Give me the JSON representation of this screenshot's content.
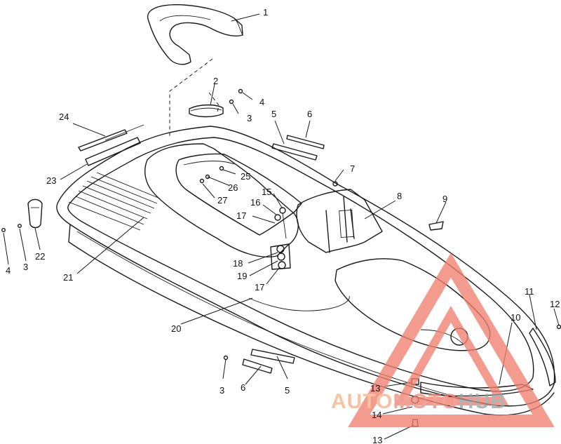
{
  "diagram": {
    "callouts": [
      {
        "id": "c1",
        "label": "1"
      },
      {
        "id": "c2",
        "label": "2"
      },
      {
        "id": "c4a",
        "label": "4"
      },
      {
        "id": "c3a",
        "label": "3"
      },
      {
        "id": "c24",
        "label": "24"
      },
      {
        "id": "c5a",
        "label": "5"
      },
      {
        "id": "c6a",
        "label": "6"
      },
      {
        "id": "c7",
        "label": "7"
      },
      {
        "id": "c25",
        "label": "25"
      },
      {
        "id": "c26",
        "label": "26"
      },
      {
        "id": "c23",
        "label": "23"
      },
      {
        "id": "c27",
        "label": "27"
      },
      {
        "id": "c15",
        "label": "15"
      },
      {
        "id": "c8",
        "label": "8"
      },
      {
        "id": "c9",
        "label": "9"
      },
      {
        "id": "c16",
        "label": "16"
      },
      {
        "id": "c17a",
        "label": "17"
      },
      {
        "id": "c22",
        "label": "22"
      },
      {
        "id": "c4b",
        "label": "4"
      },
      {
        "id": "c3b",
        "label": "3"
      },
      {
        "id": "c18",
        "label": "18"
      },
      {
        "id": "c21",
        "label": "21"
      },
      {
        "id": "c19",
        "label": "19"
      },
      {
        "id": "c17b",
        "label": "17"
      },
      {
        "id": "c11",
        "label": "11"
      },
      {
        "id": "c12",
        "label": "12"
      },
      {
        "id": "c10",
        "label": "10"
      },
      {
        "id": "c20",
        "label": "20"
      },
      {
        "id": "c3c",
        "label": "3"
      },
      {
        "id": "c6b",
        "label": "6"
      },
      {
        "id": "c5b",
        "label": "5"
      },
      {
        "id": "c13a",
        "label": "13"
      },
      {
        "id": "c14",
        "label": "14"
      },
      {
        "id": "c13b",
        "label": "13"
      }
    ]
  },
  "watermark": {
    "word_auto": "AUTO",
    "word_moto": "MOTO",
    "word_hub": "HUB",
    "colors": {
      "auto": "#f2b38a",
      "moto": "#ef8a7a",
      "hub": "#9e9e9e",
      "triangle": "#f08070"
    }
  }
}
